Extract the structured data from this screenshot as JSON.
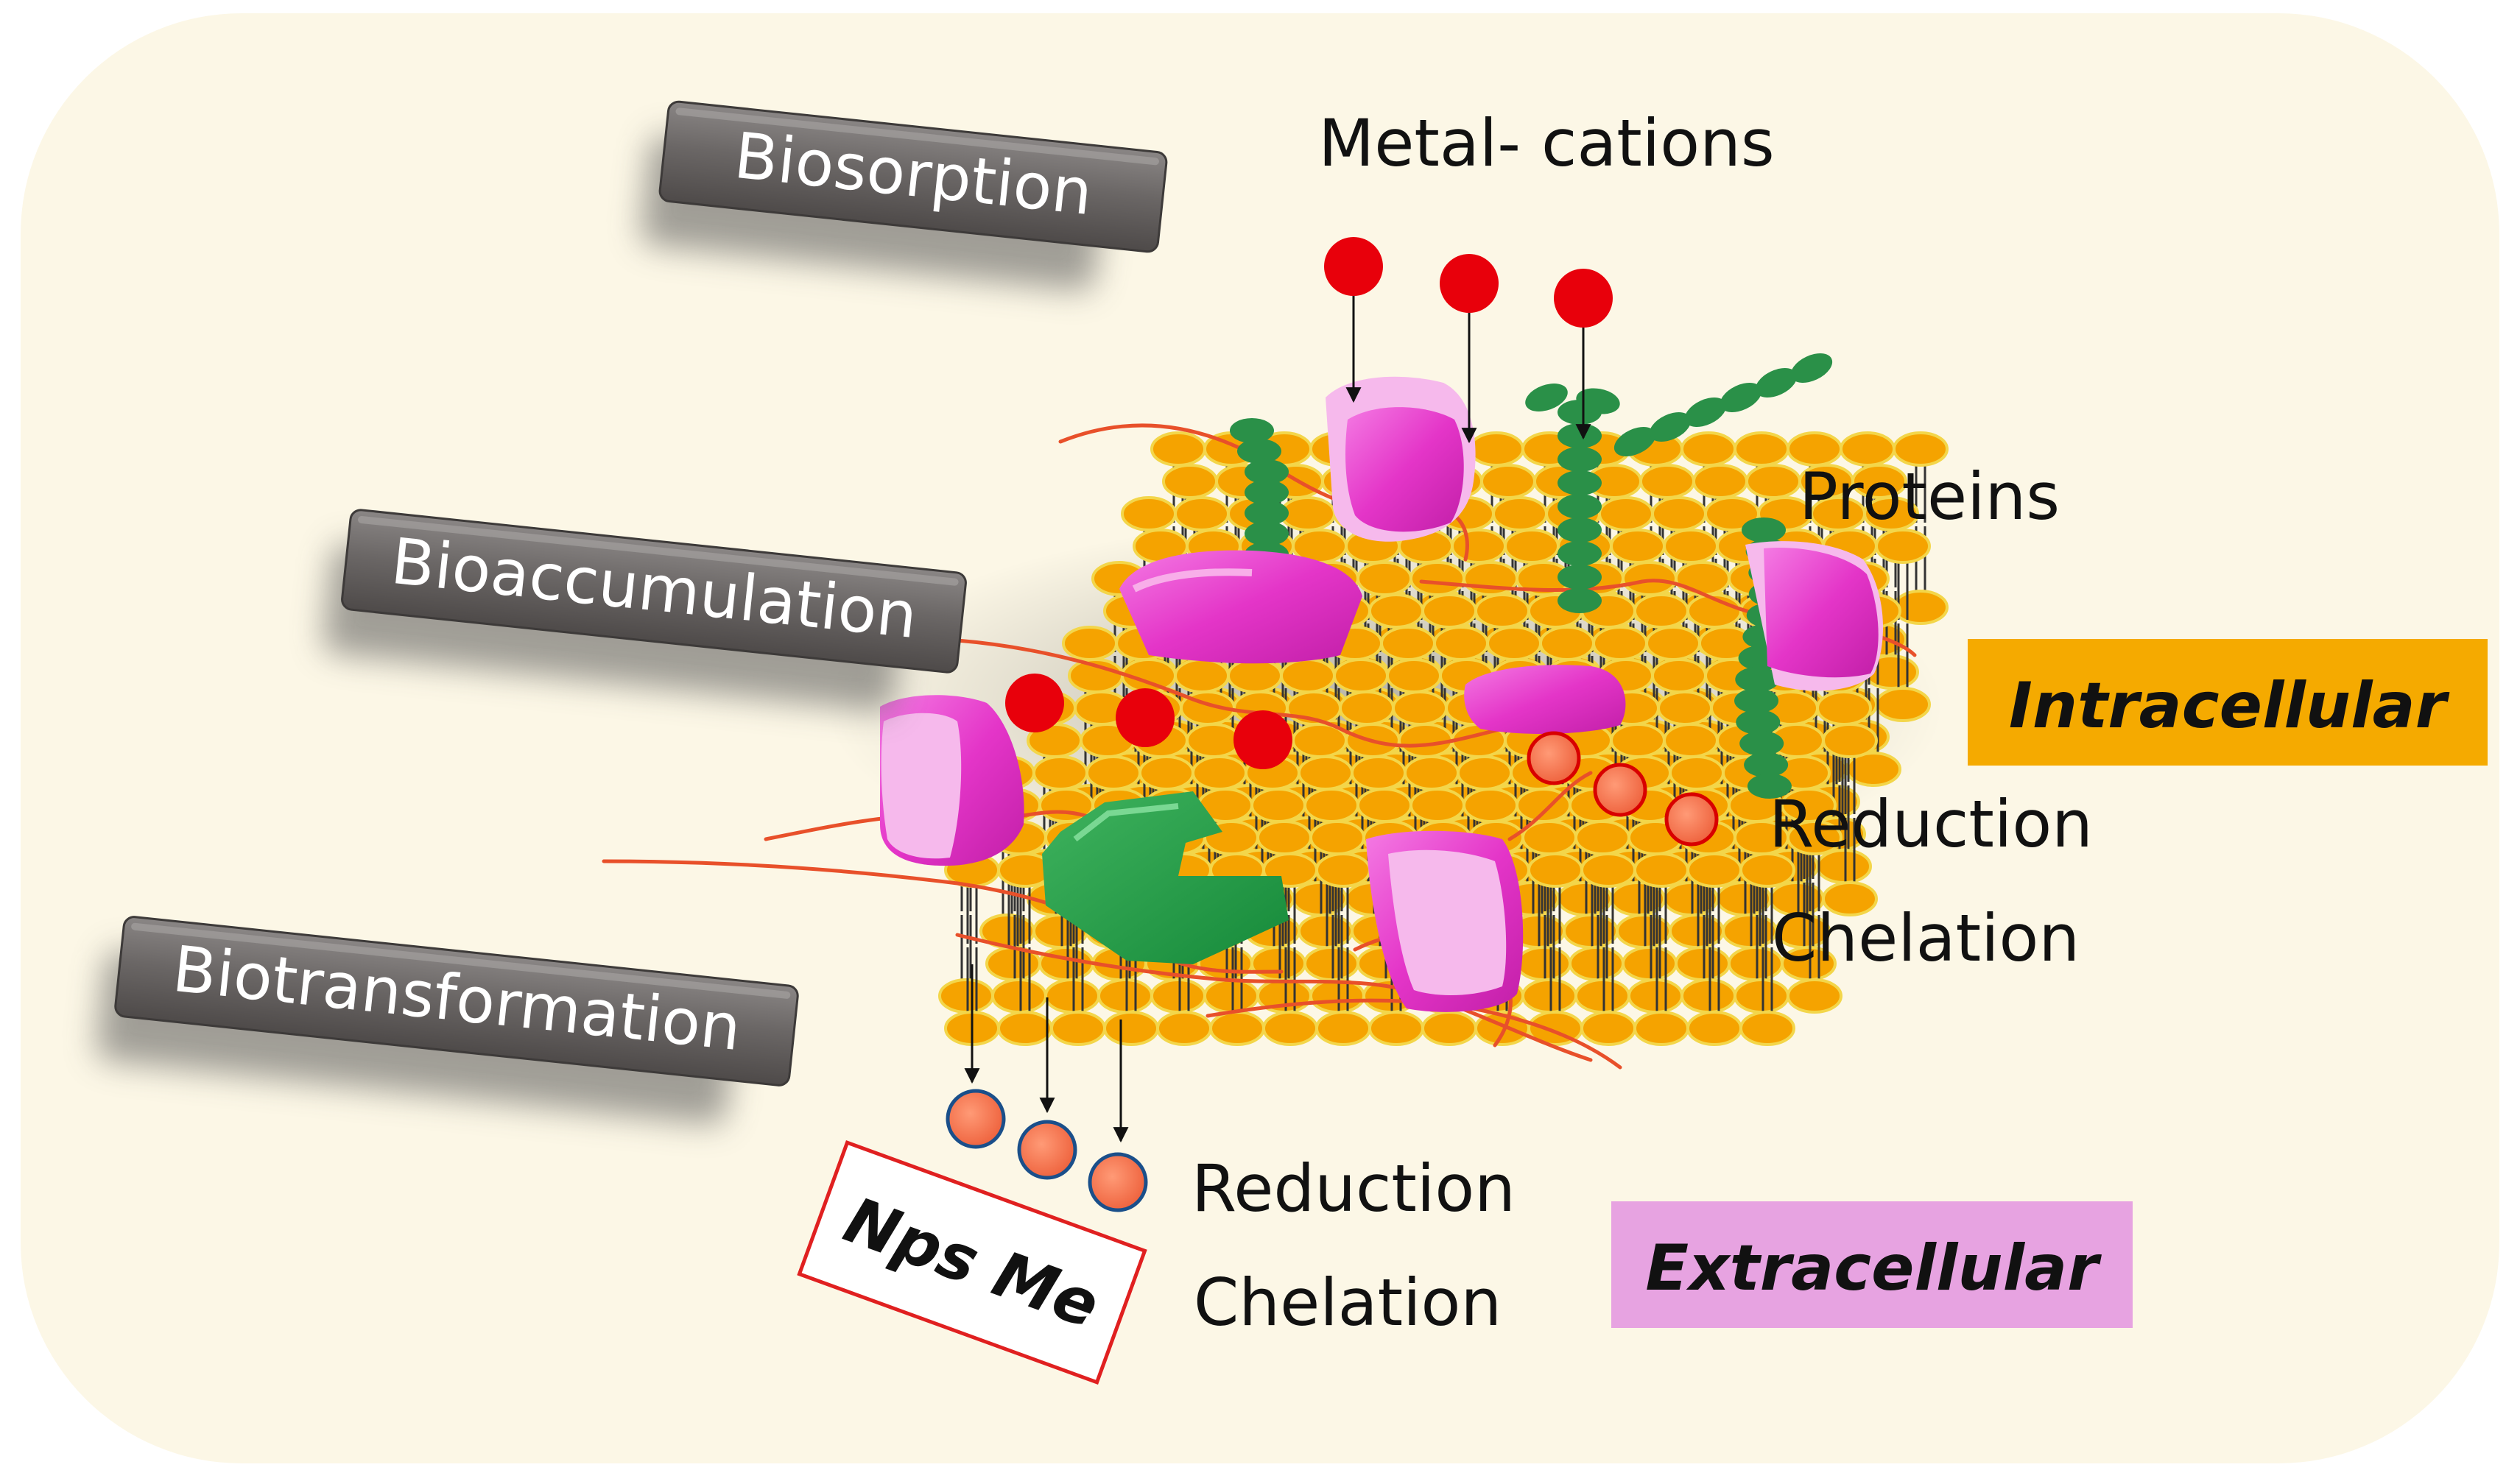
{
  "labels": {
    "biosorption": "Biosorption",
    "bioaccumulation": "Bioaccumulation",
    "biotransformation": "Biotransformation",
    "metal_cations": "Metal- cations",
    "proteins": "Proteins",
    "intracellular": "Intracellular",
    "extracellular": "Extracellular",
    "reduction_intra": "Reduction",
    "chelation_intra": "Chelation",
    "reduction_extra": "Reduction",
    "chelation_extra": "Chelation",
    "nps_me": "Nps Me"
  },
  "colors": {
    "background_panel": "#fcf7e6",
    "process_label_box": "#6e6a69",
    "metal_cation": "#e8000b",
    "nanoparticle": "#f0704a",
    "lipid_head": "#f5a300",
    "protein_magenta": "#e93fd0",
    "protein_pink": "#f6b9ec",
    "chain_green": "#2a9048",
    "fiber": "#e8502a",
    "intracellular_box": "#f5aa00",
    "extracellular_box": "#e7a3e1",
    "nps_frame": "#e02020"
  }
}
